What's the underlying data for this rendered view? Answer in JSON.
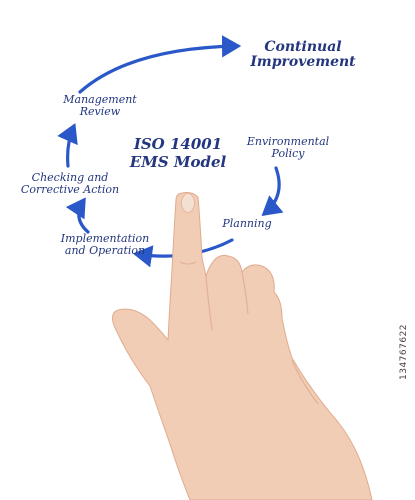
{
  "diagram": {
    "title_line1": "ISO 14001",
    "title_line2": "EMS Model",
    "steps": [
      {
        "line1": "Environmental",
        "line2": "Policy"
      },
      {
        "line1": "Planning",
        "line2": ""
      },
      {
        "line1": "Implementation",
        "line2": "and Operation"
      },
      {
        "line1": "Checking and",
        "line2": "Corrective Action"
      },
      {
        "line1": "Management",
        "line2": "Review"
      }
    ],
    "outcome": {
      "line1": "Continual",
      "line2": "Improvement"
    }
  },
  "image_id": "134767622",
  "colors": {
    "ink": "#23367e",
    "arrow": "#2a58c9",
    "skin": "#f1cdb6",
    "skin_shade": "#e2b195",
    "nail": "#f4dfd3"
  }
}
